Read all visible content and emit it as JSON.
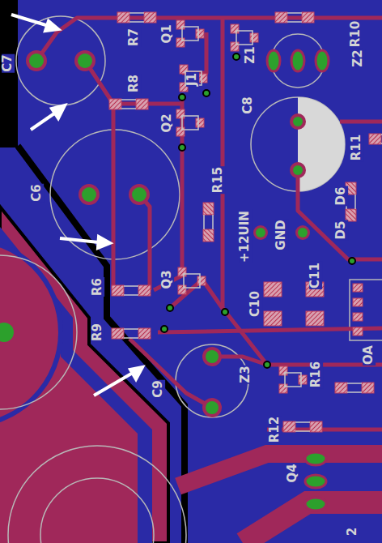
{
  "diagram": {
    "labels": [
      "C7",
      "R7",
      "Q1",
      "R10",
      "J1",
      "Z1",
      "Z2",
      "R8",
      "C8",
      "Q2",
      "C6",
      "R15",
      "R11",
      "+12UIN",
      "GND",
      "D6",
      "D5",
      "C11",
      "R6",
      "Q3",
      "C10",
      "R9",
      "C9",
      "R16",
      "OA",
      "Z3",
      "R12",
      "Q4",
      "2"
    ]
  }
}
